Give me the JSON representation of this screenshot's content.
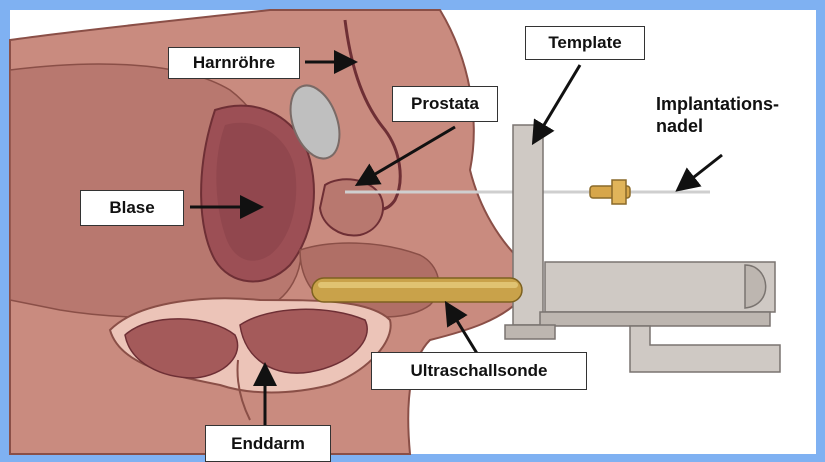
{
  "labels": {
    "harnroehre": "Harnröhre",
    "template": "Template",
    "prostata": "Prostata",
    "implantation_line1": "Implantations-",
    "implantation_line2": "nadel",
    "blase": "Blase",
    "ultraschallsonde": "Ultraschallsonde",
    "enddarm": "Enddarm"
  },
  "colors": {
    "border": "#7fb1f2",
    "background": "#ffffff",
    "tissue_outer": "#c98b7f",
    "tissue_dark": "#b06f66",
    "organ": "#a45a5a",
    "probe": "#c9a24a",
    "apparatus": "#cfc9c4"
  }
}
